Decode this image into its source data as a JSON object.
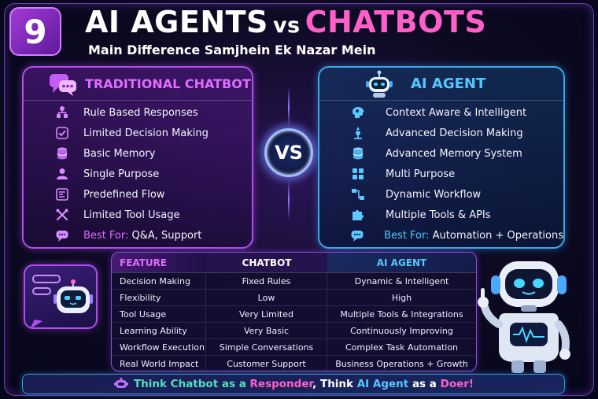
{
  "header": {
    "number": "9",
    "title_part1": "AI AGENTS",
    "title_vs": "vs",
    "title_part2": "CHATBOTS",
    "subtitle": "Main Difference Samjhein Ek Nazar Mein"
  },
  "colors": {
    "accent_pink": "#ff5fc8",
    "accent_purple": "#e06cff",
    "accent_blue": "#52c8ff",
    "accent_teal": "#4fe0c0"
  },
  "chatbot_panel": {
    "title": "TRADITIONAL CHATBOT",
    "icon": "chat-bubbles-icon",
    "items": [
      {
        "label": "Rule Based Responses",
        "icon": "flowchart-icon"
      },
      {
        "label": "Limited Decision Making",
        "icon": "decision-icon"
      },
      {
        "label": "Basic Memory",
        "icon": "database-icon"
      },
      {
        "label": "Single Purpose",
        "icon": "user-icon"
      },
      {
        "label": "Predefined Flow",
        "icon": "workflow-icon"
      },
      {
        "label": "Limited Tool Usage",
        "icon": "tools-icon"
      },
      {
        "label_prefix": "Best For:",
        "label": "Q&A, Support",
        "icon": "chat-icon"
      }
    ]
  },
  "agent_panel": {
    "title": "AI AGENT",
    "icon": "robot-icon",
    "items": [
      {
        "label": "Context Aware & Intelligent",
        "icon": "brain-icon"
      },
      {
        "label": "Advanced Decision Making",
        "icon": "decision-icon"
      },
      {
        "label": "Advanced Memory System",
        "icon": "database-icon"
      },
      {
        "label": "Multi Purpose",
        "icon": "grid-icon"
      },
      {
        "label": "Dynamic Workflow",
        "icon": "workflow-icon"
      },
      {
        "label": "Multiple Tools & APIs",
        "icon": "puzzle-icon"
      },
      {
        "label_prefix": "Best For:",
        "label": "Automation + Operations",
        "icon": "chat-icon"
      }
    ]
  },
  "vs_label": "VS",
  "comparison": {
    "headers": [
      "FEATURE",
      "CHATBOT",
      "AI AGENT"
    ],
    "rows": [
      [
        "Decision Making",
        "Fixed Rules",
        "Dynamic & Intelligent"
      ],
      [
        "Flexibility",
        "Low",
        "High"
      ],
      [
        "Tool Usage",
        "Very Limited",
        "Multiple Tools & Integrations"
      ],
      [
        "Learning Ability",
        "Very Basic",
        "Continuously Improving"
      ],
      [
        "Workflow Execution",
        "Simple Conversations",
        "Complex Task Automation"
      ],
      [
        "Real World Impact",
        "Customer Support",
        "Business Operations + Growth"
      ]
    ]
  },
  "banner": {
    "icon": "robot-small-icon",
    "part1": "Think Chatbot as a ",
    "part2": "Responder",
    "part3": ", Think ",
    "part4": "AI Agent",
    "part5": " as a ",
    "part6": "Doer!"
  }
}
